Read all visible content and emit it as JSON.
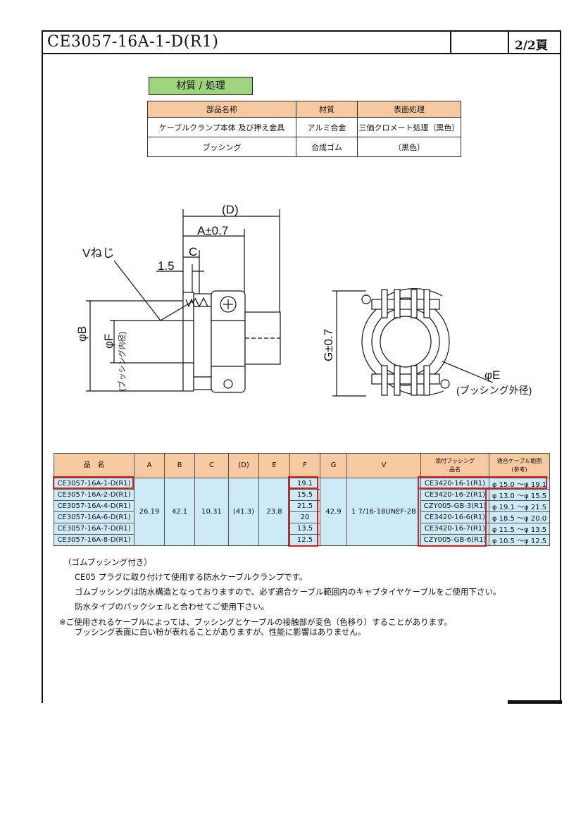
{
  "header": {
    "title": "CE3057-16A-1-D(R1)",
    "page": "2/2頁"
  },
  "materials": {
    "label": "材質 / 処理",
    "columns": [
      "部品名称",
      "材質",
      "表面処理"
    ],
    "rows": [
      [
        "ケーブルクランプ本体 及び押え金具",
        "アルミ合金",
        "三価クロメート処理（黒色）"
      ],
      [
        "ブッシング",
        "合成ゴム",
        "（黒色）"
      ]
    ]
  },
  "drawing": {
    "dim_D": "(D)",
    "dim_A": "A±0.7",
    "dim_C": "C",
    "dim_15": "1.5",
    "label_V": "Vねじ",
    "dim_B": "φB",
    "dim_F": "φF",
    "dim_F_note": "(ブッシング内径)",
    "dim_G": "G±0.7",
    "dim_E": "φE",
    "dim_E_note": "(ブッシング外径)"
  },
  "spec_table": {
    "headers": {
      "name": "品　名",
      "A": "A",
      "B": "B",
      "C": "C",
      "D": "(D)",
      "E": "E",
      "F": "F",
      "G": "G",
      "V": "V",
      "bushing_1": "添付ブッシング",
      "bushing_2": "品名",
      "range_1": "適合ケーブル範囲",
      "range_2": "(参考)"
    },
    "common": {
      "A": "26.19",
      "B": "42.1",
      "C": "10.31",
      "D": "(41.3)",
      "E": "23.8",
      "G": "42.9",
      "V": "1 7/16-18UNEF-2B"
    },
    "rows": [
      {
        "name": "CE3057-16A-1-D(R1)",
        "F": "19.1",
        "bushing": "CE3420-16-1(R1)",
        "range": "φ 15.0 ～φ 19.1"
      },
      {
        "name": "CE3057-16A-2-D(R1)",
        "F": "15.5",
        "bushing": "CE3420-16-2(R1)",
        "range": "φ 13.0 ～φ 15.5"
      },
      {
        "name": "CE3057-16A-4-D(R1)",
        "F": "21.5",
        "bushing": "CZY005-GB-3(R1)",
        "range": "φ 19.1 ～φ 21.5"
      },
      {
        "name": "CE3057-16A-6-D(R1)",
        "F": "20",
        "bushing": "CE3420-16-6(R1)",
        "range": "φ 18.5 ～φ 20.0"
      },
      {
        "name": "CE3057-16A-7-D(R1)",
        "F": "13.5",
        "bushing": "CE3420-16-7(R1)",
        "range": "φ 11.5 ～φ 13.5"
      },
      {
        "name": "CE3057-16A-8-D(R1)",
        "F": "12.5",
        "bushing": "CZY005-GB-6(R1)",
        "range": "φ 10.5 ～φ 12.5"
      }
    ]
  },
  "notes": {
    "n0": "（ゴムブッシング付き）",
    "n1": "CE05 プラグに取り付けて使用する防水ケーブルクランプです。",
    "n2": "ゴムブッシングは防水構造となっておりますので、必ず適合ケーブル範囲内のキャブタイヤケーブルをご使用下さい。",
    "n3": "防水タイプのバックシェルと合わせてご使用下さい。",
    "n4": "※ご使用されるケーブルによっては、ブッシングとケーブルの接触部が変色（色移り）することがあります。",
    "n5": "ブッシング表面に白い粉が表れることがありますが、性能に影響はありません。"
  },
  "colors": {
    "header_fill": "#f7c9a0",
    "label_fill": "#9fd27c",
    "cell_fill": "#cdebf6",
    "highlight": "#d42020"
  }
}
